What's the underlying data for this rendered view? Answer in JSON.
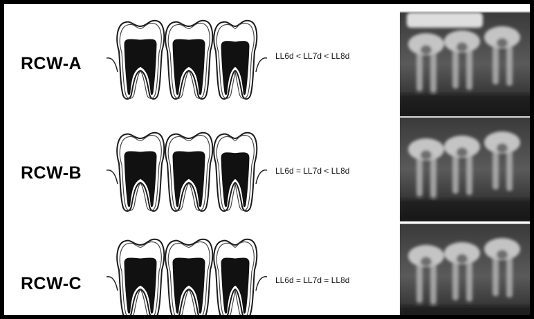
{
  "figure": {
    "rows": [
      {
        "id": "rcw-a",
        "label": "RCW-A",
        "formula": "LL6d < LL7d < LL8d",
        "pulp_heights": [
          1.0,
          1.0,
          0.85
        ]
      },
      {
        "id": "rcw-b",
        "label": "RCW-B",
        "formula": "LL6d = LL7d < LL8d",
        "pulp_heights": [
          1.0,
          1.0,
          0.9
        ]
      },
      {
        "id": "rcw-c",
        "label": "RCW-C",
        "formula": "LL6d = LL7d = LL8d",
        "pulp_heights": [
          1.0,
          1.0,
          1.0
        ]
      }
    ]
  }
}
